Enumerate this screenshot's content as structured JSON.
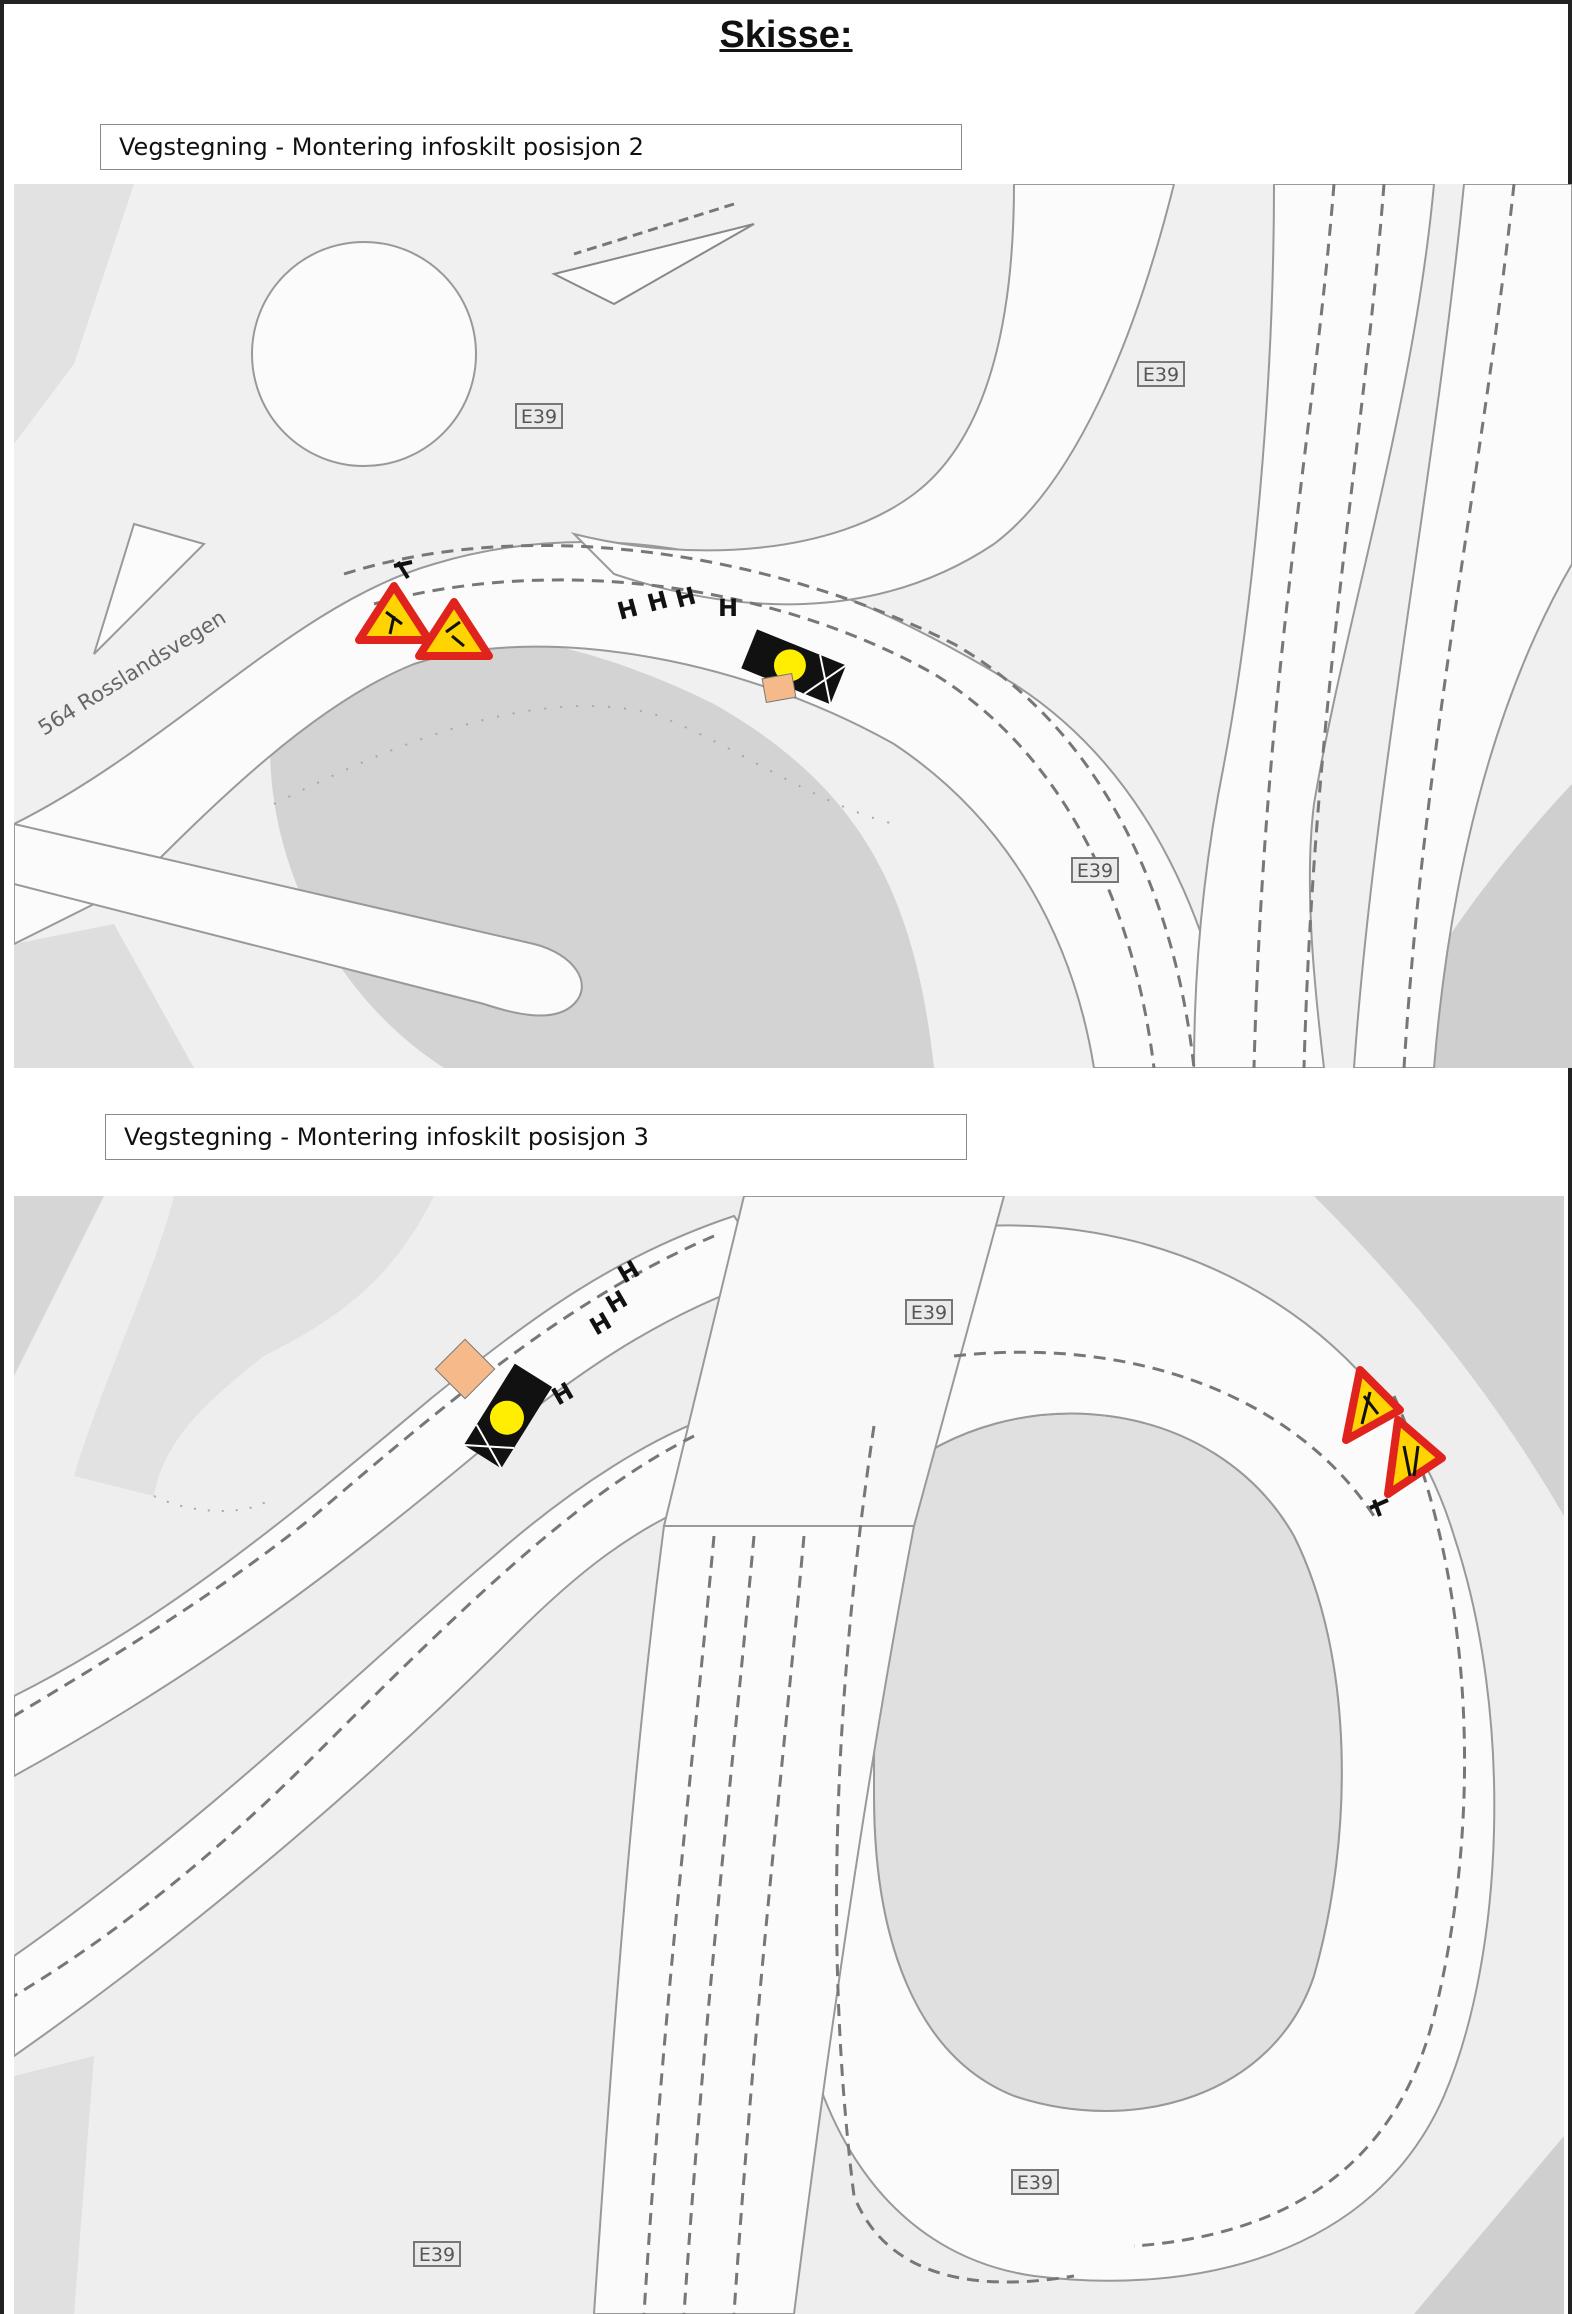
{
  "page": {
    "title": "Skisse:"
  },
  "sketches": [
    {
      "caption": "Vegstegning - Montering infoskilt posisjon 2",
      "road_name": "564 Rosslandsvegen",
      "route_shields": [
        "E39",
        "E39",
        "E39"
      ]
    },
    {
      "caption": "Vegstegning - Montering infoskilt posisjon 3",
      "route_shields": [
        "E39",
        "E39",
        "E39"
      ]
    }
  ],
  "icons": {
    "warning_sign": "warning-triangle-icon",
    "roadwork_sign": "roadwork-sign-icon",
    "road_narrows_sign": "road-narrows-sign-icon",
    "guard_post": "guard-post-icon",
    "work_vehicle": "work-vehicle-icon",
    "cone": "cone-icon",
    "info_sign": "info-sign-icon"
  },
  "colors": {
    "map_background": "#f2f2f2",
    "road": "#fbfbfb",
    "terrain_dark": "#d4d4d4",
    "terrain_mid": "#e4e4e4",
    "lane_line": "#888888",
    "sign_red": "#e0231c",
    "sign_yellow": "#ffd400",
    "beacon_yellow": "#ffee00",
    "info_board": "#f6b98a",
    "frame_cyan": "#d6f4f4"
  }
}
